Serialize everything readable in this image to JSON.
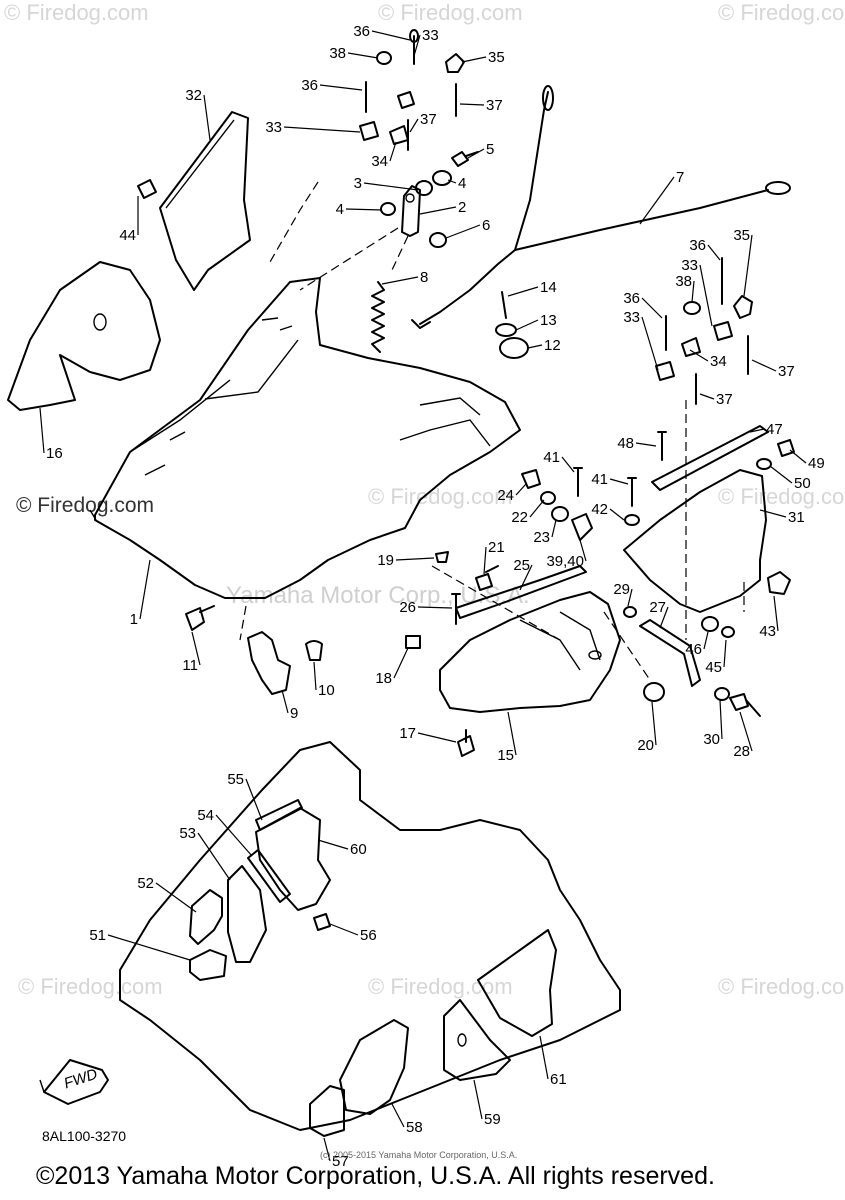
{
  "watermarks": {
    "firedog": "© Firedog.com",
    "yamaha": "Yamaha Motor Corp., U.S.A."
  },
  "labels": [
    "1",
    "2",
    "3",
    "4",
    "4",
    "5",
    "6",
    "7",
    "8",
    "9",
    "10",
    "11",
    "12",
    "13",
    "14",
    "15",
    "16",
    "17",
    "18",
    "19",
    "20",
    "21",
    "22",
    "23",
    "24",
    "25",
    "26",
    "27",
    "28",
    "29",
    "30",
    "31",
    "32",
    "33",
    "33",
    "33",
    "33",
    "34",
    "34",
    "35",
    "35",
    "36",
    "36",
    "36",
    "36",
    "37",
    "37",
    "37",
    "37",
    "38",
    "38",
    "39,40",
    "41",
    "41",
    "42",
    "43",
    "44",
    "45",
    "46",
    "47",
    "48",
    "49",
    "50",
    "51",
    "52",
    "53",
    "54",
    "55",
    "56",
    "57",
    "58",
    "59",
    "60",
    "61"
  ],
  "fwd_label": "FWD",
  "diagram_code": "8AL100-3270",
  "small_copyright": "(c) 2005-2015 Yamaha Motor Corporation, U.S.A.",
  "footer_copyright": "©2013 Yamaha Motor Corporation, U.S.A. All rights reserved."
}
